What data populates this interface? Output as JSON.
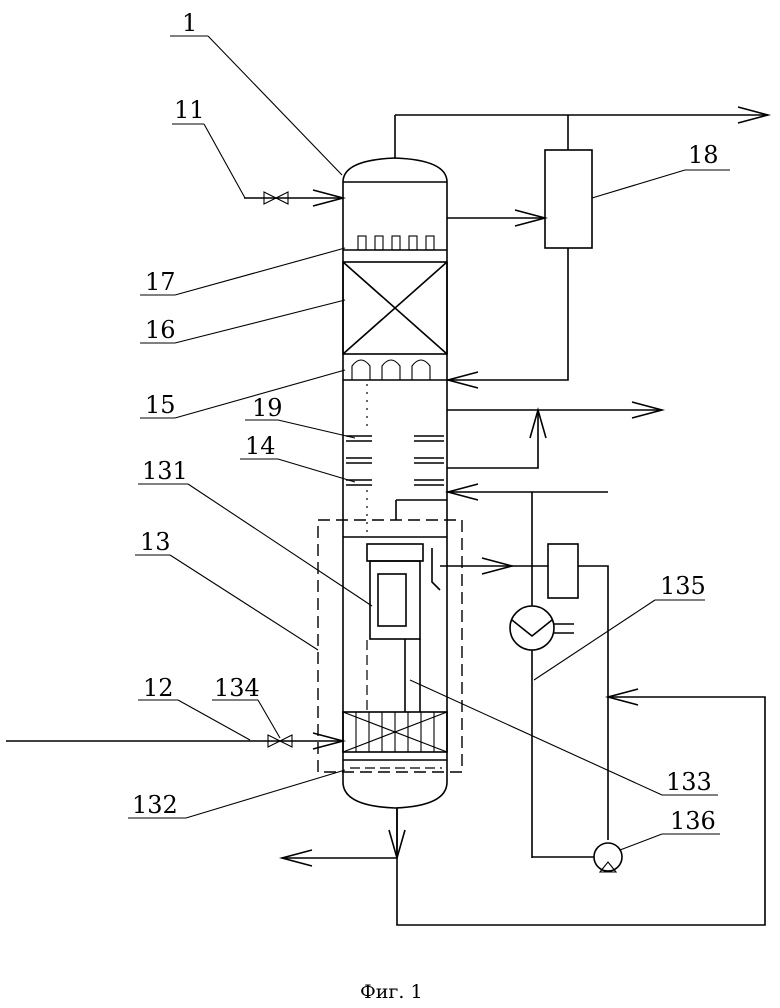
{
  "caption": "Фиг. 1",
  "labels": {
    "l1": "1",
    "l11": "11",
    "l12": "12",
    "l13": "13",
    "l14": "14",
    "l15": "15",
    "l16": "16",
    "l17": "17",
    "l18": "18",
    "l19": "19",
    "l131": "131",
    "l132": "132",
    "l133": "133",
    "l134": "134",
    "l135": "135",
    "l136": "136"
  }
}
